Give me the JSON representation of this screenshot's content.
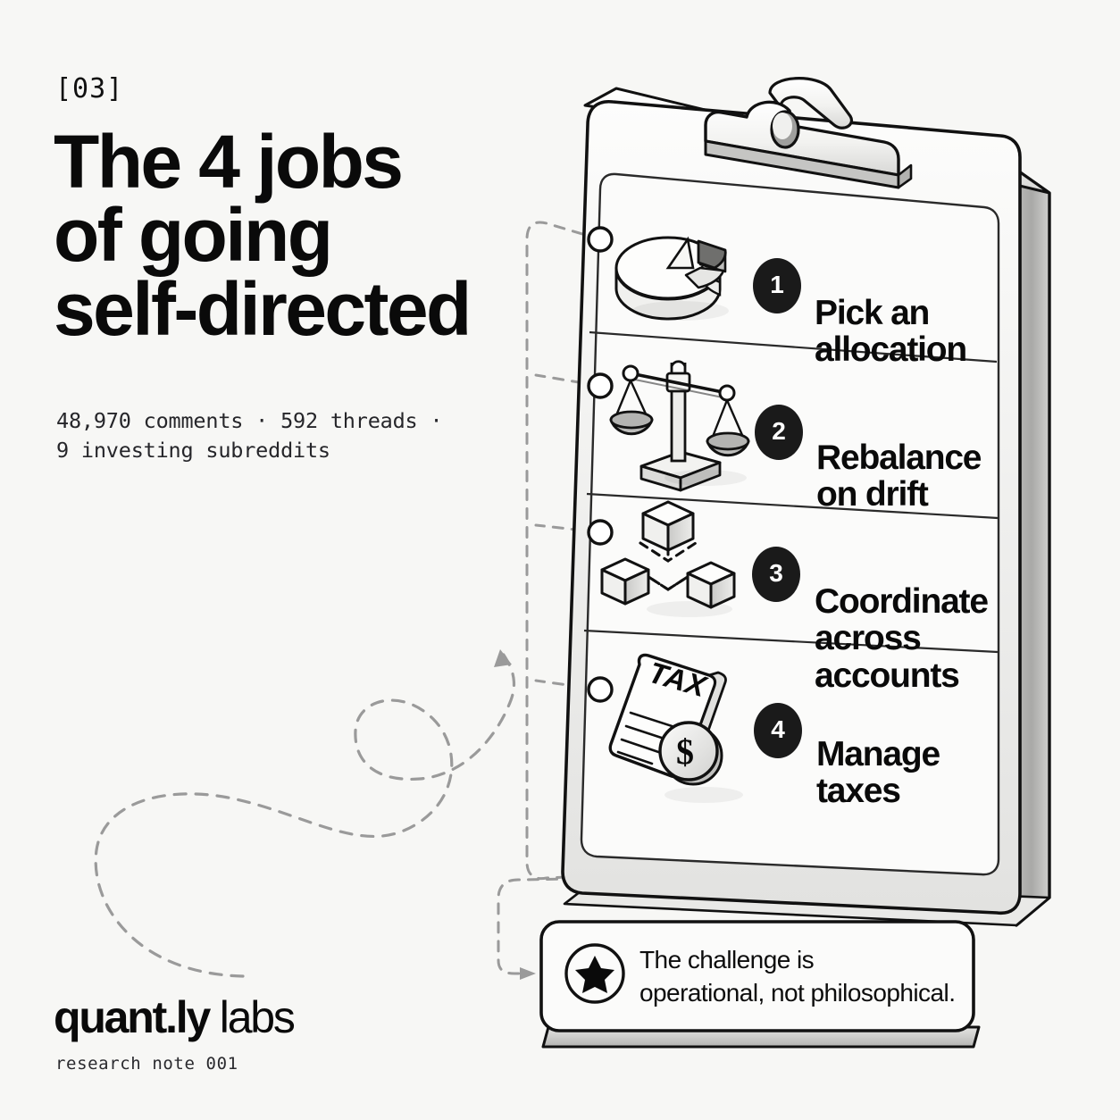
{
  "meta": {
    "background_color": "#f7f7f5",
    "ink_color": "#0a0a0a",
    "accent_dark": "#1a1a1a",
    "dashed_color": "#8a8a8a"
  },
  "header": {
    "eyebrow": "[03]",
    "headline_lines": [
      "The 4 jobs",
      "of going",
      "self-directed"
    ],
    "subtitle_lines": [
      "48,970 comments · 592 threads ·",
      "9 investing subreddits"
    ]
  },
  "clipboard": {
    "icon_name": "clipboard-isometric",
    "clip_icon_name": "clipboard-clip-icon",
    "rows": [
      {
        "number": "1",
        "icon": "pie-chart-3d-icon",
        "label_lines": [
          "Pick an",
          "allocation"
        ]
      },
      {
        "number": "2",
        "icon": "balance-scales-icon",
        "label_lines": [
          "Rebalance",
          "on drift"
        ]
      },
      {
        "number": "3",
        "icon": "linked-cubes-icon",
        "label_lines": [
          "Coordinate",
          "across",
          "accounts"
        ]
      },
      {
        "number": "4",
        "icon": "tax-document-coin-icon",
        "label_lines": [
          "Manage",
          "taxes"
        ]
      }
    ]
  },
  "tax_icon": {
    "label": "TAX",
    "coin_symbol": "$"
  },
  "callout": {
    "icon": "star-circle-icon",
    "lines": [
      "The challenge is",
      "operational, not philosophical."
    ]
  },
  "footer": {
    "brand_strong": "quant.ly",
    "brand_light": "labs",
    "note": "research note 001"
  }
}
